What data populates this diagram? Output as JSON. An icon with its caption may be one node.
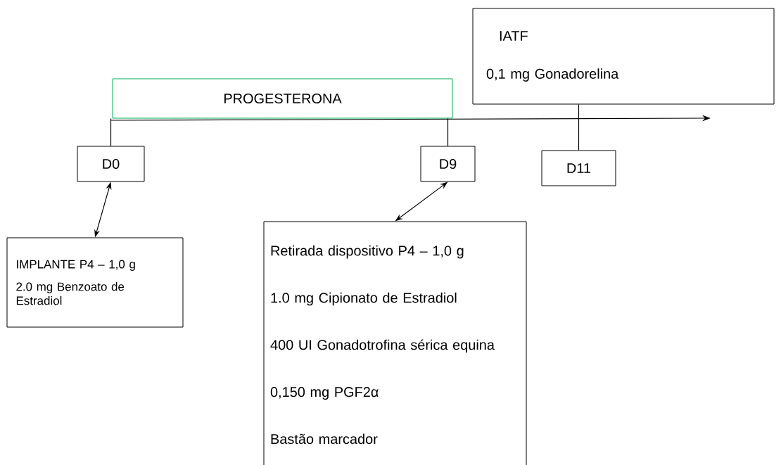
{
  "diagram": {
    "nodes": [
      {
        "text": [
          "PROGESTERONA"
        ]
      },
      {
        "text": [
          "IATF",
          "0,1 mg Gonadorelina"
        ]
      },
      {
        "text": [
          "D0"
        ]
      },
      {
        "text": [
          "D9"
        ]
      },
      {
        "text": [
          "D11"
        ]
      },
      {
        "text": [
          "IMPLANTE P4 – 1,0 g",
          "2.0 mg Benzoato de Estradiol"
        ]
      },
      {
        "text": [
          "Retirada dispositivo P4 – 1,0 g",
          "1.0 mg Cipionato de Estradiol",
          "400 UI Gonadotrofina sérica equina",
          "0,150 mg PGF2α",
          "Bastão marcador"
        ]
      }
    ],
    "edges": [
      {
        "from": 2,
        "to": 0,
        "arrow": "none"
      },
      {
        "from": 3,
        "to": 0,
        "arrow": "none"
      },
      {
        "from": 4,
        "to": 1,
        "arrow": "none"
      },
      {
        "from": 2,
        "to": 5,
        "arrow": "both"
      },
      {
        "from": 3,
        "to": 6,
        "arrow": "both"
      }
    ]
  }
}
